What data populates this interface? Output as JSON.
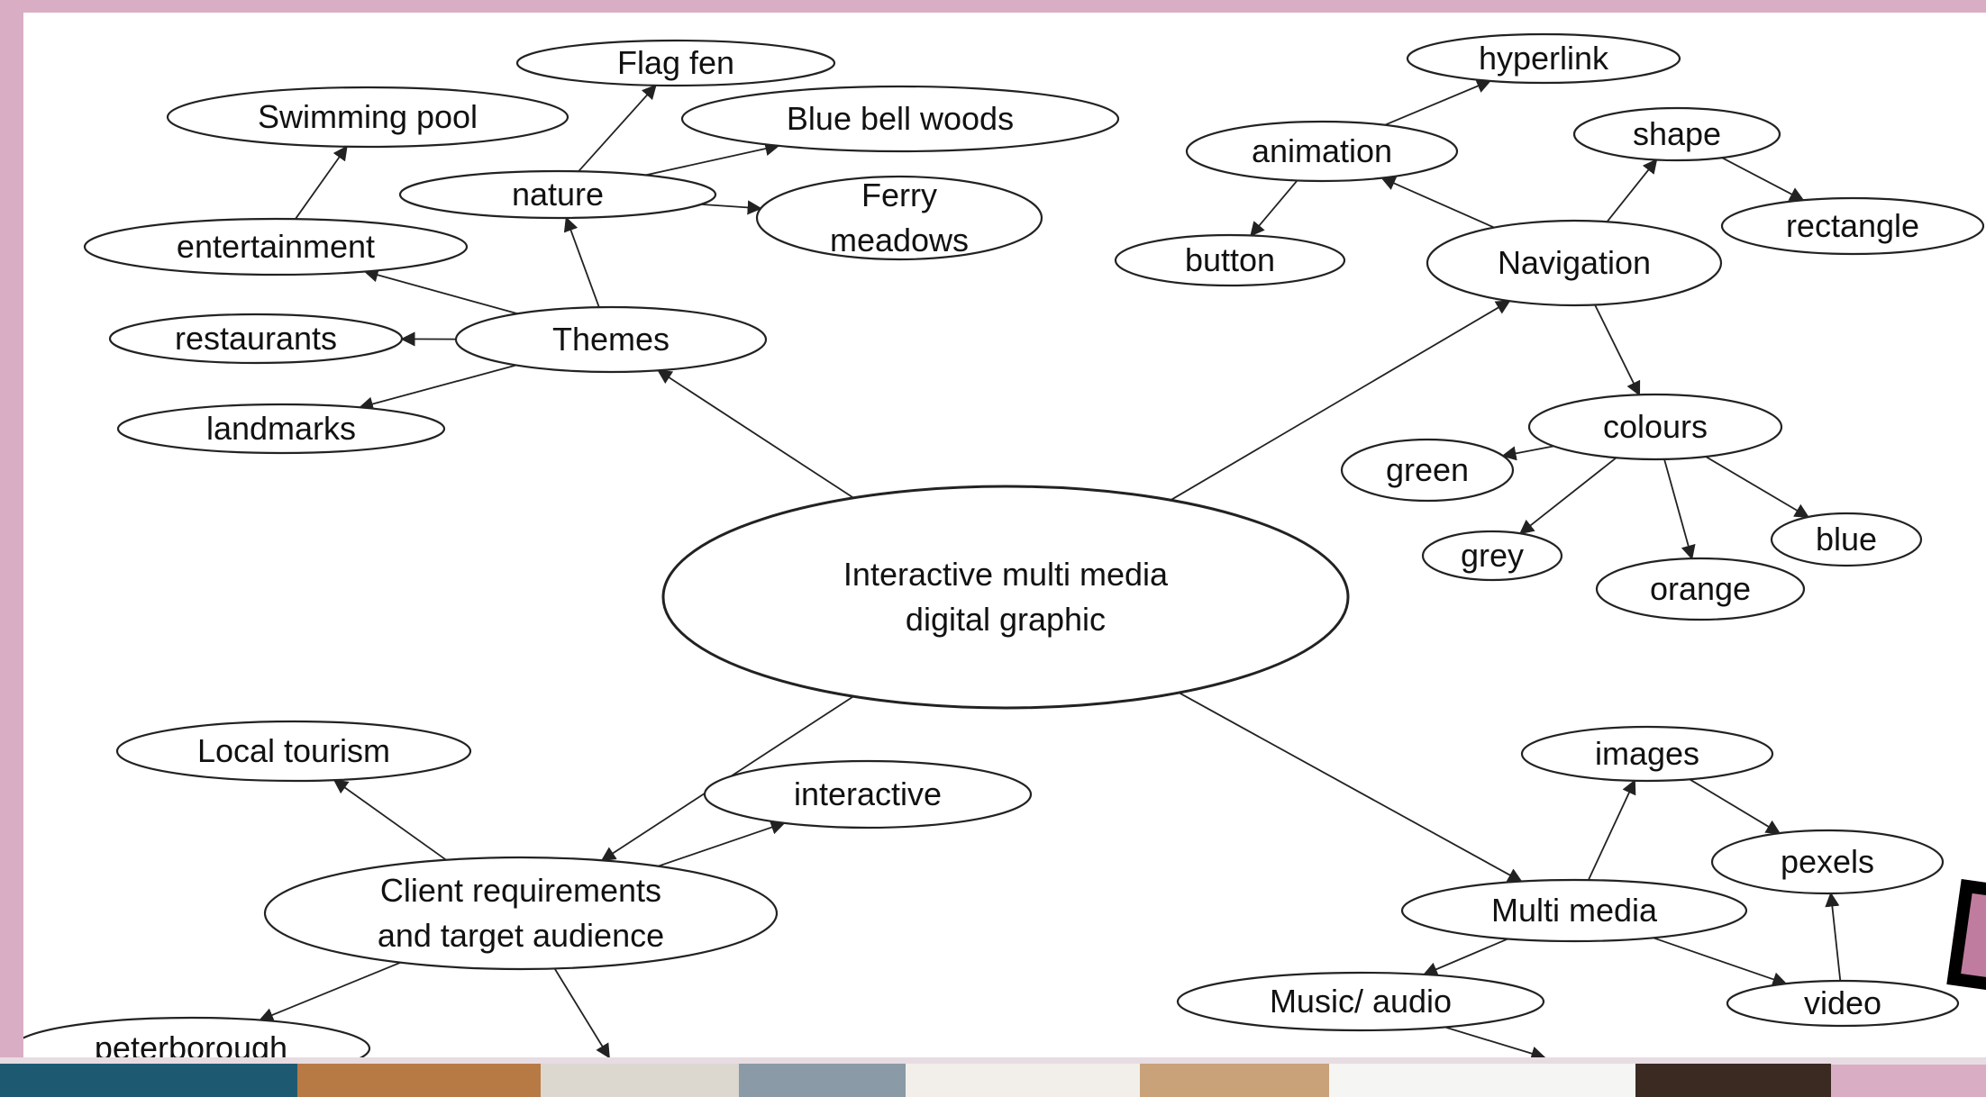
{
  "diagram": {
    "nodes": [
      {
        "id": "center",
        "lines": [
          "Interactive multi media",
          "digital graphic"
        ]
      },
      {
        "id": "themes",
        "lines": [
          "Themes"
        ]
      },
      {
        "id": "nature",
        "lines": [
          "nature"
        ]
      },
      {
        "id": "flagfen",
        "lines": [
          "Flag fen"
        ]
      },
      {
        "id": "bluebell",
        "lines": [
          "Blue bell woods"
        ]
      },
      {
        "id": "ferry",
        "lines": [
          "Ferry",
          "meadows"
        ]
      },
      {
        "id": "swimming",
        "lines": [
          "Swimming pool"
        ]
      },
      {
        "id": "entertainment",
        "lines": [
          "entertainment"
        ]
      },
      {
        "id": "restaurants",
        "lines": [
          "restaurants"
        ]
      },
      {
        "id": "landmarks",
        "lines": [
          "landmarks"
        ]
      },
      {
        "id": "navigation",
        "lines": [
          "Navigation"
        ]
      },
      {
        "id": "animation",
        "lines": [
          "animation"
        ]
      },
      {
        "id": "hyperlink",
        "lines": [
          "hyperlink"
        ]
      },
      {
        "id": "button",
        "lines": [
          "button"
        ]
      },
      {
        "id": "shape",
        "lines": [
          "shape"
        ]
      },
      {
        "id": "rectangle",
        "lines": [
          "rectangle"
        ]
      },
      {
        "id": "colours",
        "lines": [
          "colours"
        ]
      },
      {
        "id": "green",
        "lines": [
          "green"
        ]
      },
      {
        "id": "grey",
        "lines": [
          "grey"
        ]
      },
      {
        "id": "orange",
        "lines": [
          "orange"
        ]
      },
      {
        "id": "blue",
        "lines": [
          "blue"
        ]
      },
      {
        "id": "client",
        "lines": [
          "Client requirements",
          "and target audience"
        ]
      },
      {
        "id": "local",
        "lines": [
          "Local tourism"
        ]
      },
      {
        "id": "interactive",
        "lines": [
          "interactive"
        ]
      },
      {
        "id": "peterborough",
        "lines": [
          "peterborough"
        ]
      },
      {
        "id": "multimedia",
        "lines": [
          "Multi media"
        ]
      },
      {
        "id": "images",
        "lines": [
          "images"
        ]
      },
      {
        "id": "pexels",
        "lines": [
          "pexels"
        ]
      },
      {
        "id": "video",
        "lines": [
          "video"
        ]
      },
      {
        "id": "music",
        "lines": [
          "Music/ audio"
        ]
      }
    ]
  },
  "colors": {
    "frame": "#d9aec4",
    "canvas": "#ffffff",
    "stroke": "#222222",
    "accent_square": "#c07c9e",
    "photo_strip": [
      "#1d5a72",
      "#b87a45",
      "#dcd7cf",
      "#8a9aa6",
      "#f2efea",
      "#c9a27a",
      "#f5f5f3",
      "#3a2a22"
    ]
  }
}
